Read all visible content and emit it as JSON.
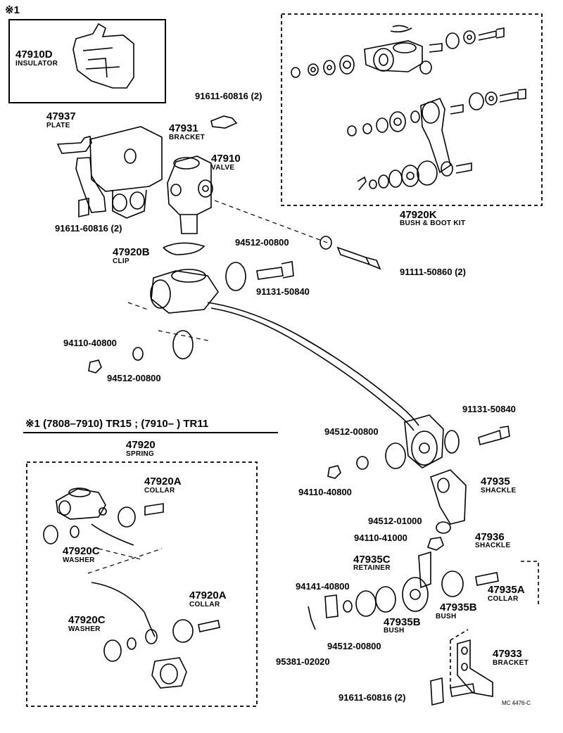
{
  "header": {
    "marker": "※1"
  },
  "insulator": {
    "number": "47910D",
    "name": "INSULATOR"
  },
  "plate": {
    "number": "47937",
    "name": "PLATE"
  },
  "bracket_top": {
    "number": "47931",
    "name": "BRACKET"
  },
  "bolt_top": {
    "number": "91611-60816 (2)"
  },
  "valve": {
    "number": "47910",
    "name": "VALVE"
  },
  "bolt_left": {
    "number": "91611-60816 (2)"
  },
  "clip": {
    "number": "47920B",
    "name": "CLIP"
  },
  "washer_a": {
    "number": "94512-00800"
  },
  "bolt_long": {
    "number": "91111-50860 (2)"
  },
  "bolt_short": {
    "number": "91131-50840"
  },
  "nut_left": {
    "number": "94110-40800"
  },
  "washer_left": {
    "number": "94512-00800"
  },
  "kit": {
    "number": "47920K",
    "name": "BUSH & BOOT KIT"
  },
  "section_note": {
    "text": "※1 (7808–7910) TR15 ; (7910–        ) TR11"
  },
  "spring": {
    "number": "47920",
    "name": "SPRING"
  },
  "collar_a1": {
    "number": "47920A",
    "name": "COLLAR"
  },
  "washer_c1": {
    "number": "47920C",
    "name": "WASHER"
  },
  "collar_a2": {
    "number": "47920A",
    "name": "COLLAR"
  },
  "washer_c2": {
    "number": "47920C",
    "name": "WASHER"
  },
  "bolt_right": {
    "number": "91131-50840"
  },
  "washer_mid": {
    "number": "94512-00800"
  },
  "nut_mid": {
    "number": "94110-40800"
  },
  "shackle_35": {
    "number": "47935",
    "name": "SHACKLE"
  },
  "washer_1000": {
    "number": "94512-01000"
  },
  "nut_1000": {
    "number": "94110-41000"
  },
  "shackle_36": {
    "number": "47936",
    "name": "SHACKLE"
  },
  "retainer": {
    "number": "47935C",
    "name": "RETAINER"
  },
  "nut_41": {
    "number": "94141-40800"
  },
  "bush_b1": {
    "number": "47935B",
    "name": "BUSH"
  },
  "bush_b2": {
    "number": "47935B",
    "name": "BUSH"
  },
  "collar_35a": {
    "number": "47935A",
    "name": "COLLAR"
  },
  "washer_low": {
    "number": "94512-00800"
  },
  "pin": {
    "number": "95381-02020"
  },
  "bracket_low": {
    "number": "47933",
    "name": "BRACKET"
  },
  "bolt_low": {
    "number": "91611-60816 (2)"
  },
  "drawing_ref": {
    "text": "MC 4476-C"
  }
}
